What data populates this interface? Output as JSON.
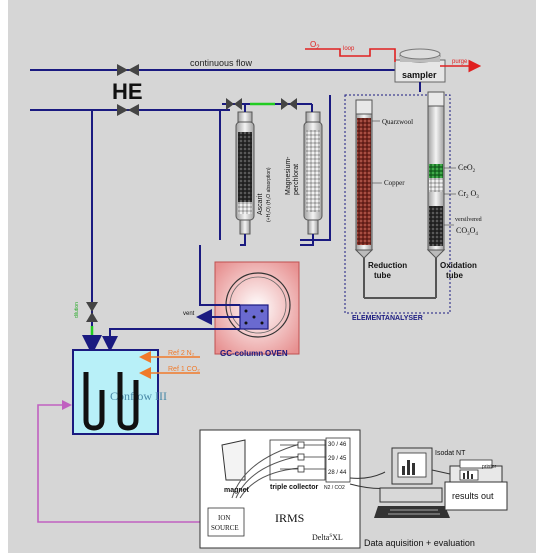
{
  "labels": {
    "continuous_flow": "continuous flow",
    "o2": "O",
    "o2_sub": "2",
    "loop": "loop",
    "purge": "purge",
    "sampler": "sampler",
    "he": "HE",
    "quarzwool": "Quarzwool",
    "copper": "Copper",
    "ceo2": "CeO",
    "ceo2_sub": "2",
    "cr2o3": "Cr",
    "cr2o3_sub": "2",
    "cr2o3_tail": "O",
    "cr2o3_sub2": "3",
    "versilvered": "versilvered",
    "co3o4": "CO",
    "co3o4_sub": "3",
    "co3o4_tail": "O",
    "co3o4_sub2": "4",
    "reduction_tube_1": "Reduction",
    "reduction_tube_2": "tube",
    "oxidation_tube_1": "Oxidation",
    "oxidation_tube_2": "tube",
    "elementanalyser": "ELEMENTANALYSER",
    "ascarit_1": "Ascarit",
    "ascarit_2": "(+H₂O) (H₂O absorption)",
    "magnesium_1": "Magnesium-",
    "magnesium_2": "perchlorat",
    "vent": "vent",
    "gc_column": "GC-column",
    "oven": "OVEN",
    "ref2": "Ref 2   N₂",
    "ref1": "Ref 1   CO₂",
    "conflow": "Conflow III",
    "dilution": "dilution",
    "port_30_46": "30 / 46",
    "port_29_45": "29 / 45",
    "port_28_44": "28 / 44",
    "n2_co2": "N2 / CO2",
    "magnet": "magnet",
    "triple_collector": "triple collector",
    "ion_source_1": "ION",
    "ion_source_2": "SOURCE",
    "irms": "IRMS",
    "delta": "Delta",
    "delta_sup": "S",
    "delta_tail": "XL",
    "isodat": "Isodat NT",
    "printer": "printer",
    "results_out": "results out",
    "data_acquisition": "Data aquisition  + evaluation"
  }
}
